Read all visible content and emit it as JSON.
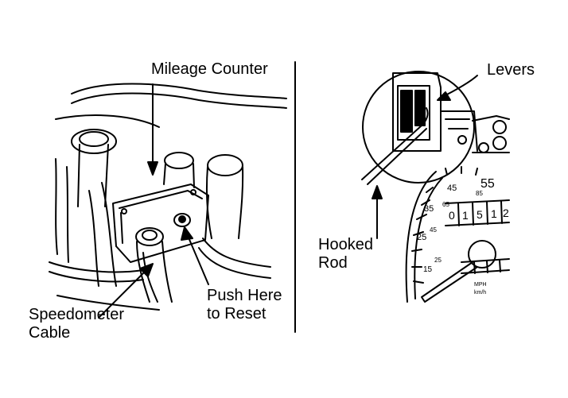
{
  "labels": {
    "mileage_counter": "Mileage Counter",
    "levers": "Levers",
    "hooked_rod": "Hooked\nRod",
    "speedometer_cable": "Speedometer\nCable",
    "push_here": "Push Here\nto Reset"
  },
  "speedometer": {
    "odometer_digits": [
      "0",
      "1",
      "5",
      "1",
      "2"
    ],
    "mph_ticks": [
      "15",
      "25",
      "35",
      "45",
      "55"
    ],
    "kmh_ticks": [
      "25",
      "45",
      "65",
      "85"
    ],
    "units_mph": "MPH",
    "units_kmh": "km/h"
  },
  "colors": {
    "ink": "#000000",
    "paper": "#ffffff"
  }
}
